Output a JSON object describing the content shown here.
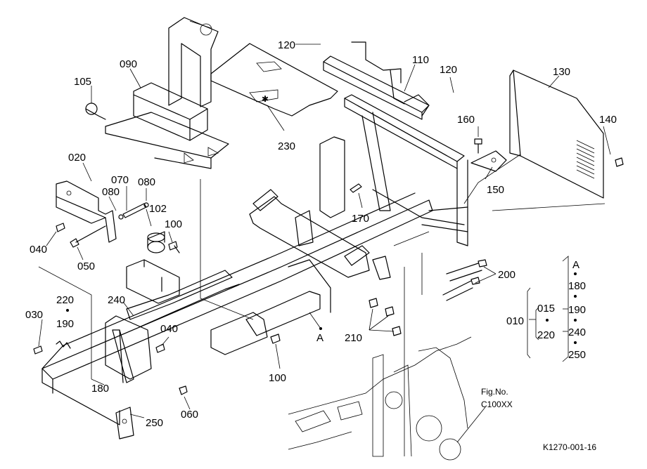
{
  "parts": {
    "p020": "020",
    "p030": "030",
    "p040a": "040",
    "p040b": "040",
    "p050": "050",
    "p060": "060",
    "p070": "070",
    "p080a": "080",
    "p080b": "080",
    "p090": "090",
    "p100a": "100",
    "p100b": "100",
    "p102": "102",
    "p105": "105",
    "p110": "110",
    "p120a": "120",
    "p120b": "120",
    "p130": "130",
    "p140": "140",
    "p150": "150",
    "p160": "160",
    "p170": "170",
    "p180": "180",
    "p190": "190",
    "p200": "200",
    "p210": "210",
    "p220": "220",
    "p230": "230",
    "p240": "240",
    "p250": "250"
  },
  "legend": {
    "main": "010",
    "alt_top": "015",
    "alt_bottom": "220",
    "col_a": "A",
    "col_180": "180",
    "col_190": "190",
    "col_240": "240",
    "col_250": "250"
  },
  "marker_a": "A",
  "fig_ref": {
    "line1": "Fig.No.",
    "line2": "C100XX"
  },
  "drawing_code": "K1270-001-16"
}
